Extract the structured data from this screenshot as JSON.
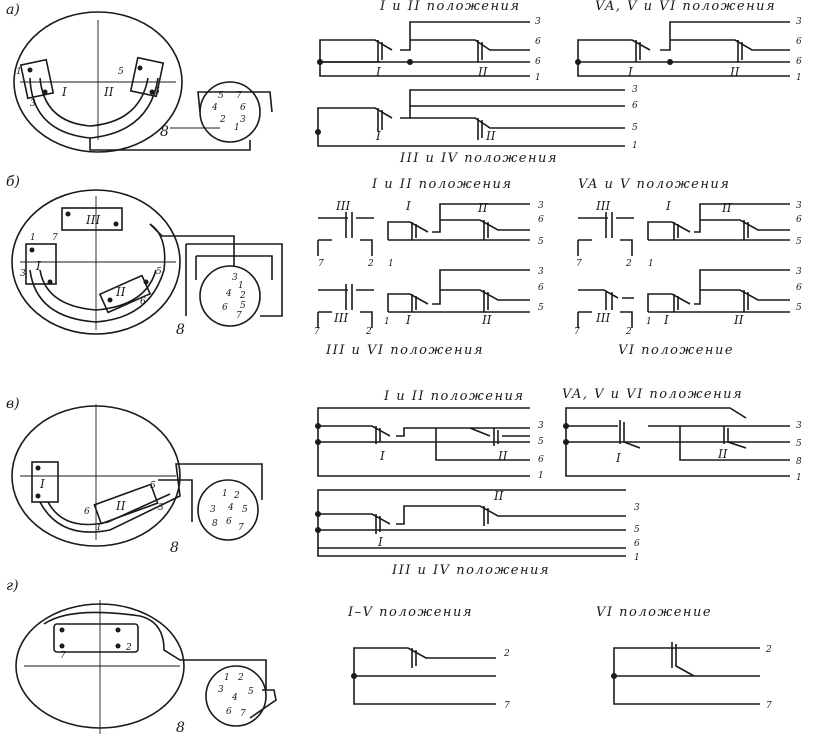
{
  "rows": [
    {
      "label": "а)",
      "captions": [
        "I и II положения",
        "VA, V и VI положения",
        "III и IV положения"
      ],
      "terminals": [
        "3",
        "6",
        "6",
        "1",
        "3",
        "6",
        "6",
        "1",
        "3",
        "6",
        "5",
        "1"
      ],
      "switches": [
        "I",
        "II",
        "I",
        "II",
        "I",
        "II"
      ],
      "housing": {
        "pins": [
          "1",
          "3",
          "5",
          "6"
        ],
        "switches": [
          "I",
          "II"
        ],
        "socket_label": "8",
        "socket_pins": [
          "5",
          "7",
          "4",
          "6",
          "2",
          "3",
          "1"
        ]
      }
    },
    {
      "label": "б)",
      "captions": [
        "I и II положения",
        "VA и V положения",
        "III и VI положения",
        "VI положение"
      ],
      "terminals": [
        "3",
        "6",
        "5",
        "3",
        "6",
        "5",
        "3",
        "6",
        "5",
        "3",
        "6",
        "5"
      ],
      "side_terminals": [
        "7",
        "2",
        "1",
        "7",
        "2",
        "1",
        "7",
        "2",
        "1",
        "7",
        "2",
        "1"
      ],
      "switches": [
        "III",
        "I",
        "II",
        "III",
        "I",
        "II",
        "III",
        "I",
        "II",
        "III",
        "I",
        "II"
      ],
      "housing": {
        "pins": [
          "1",
          "7",
          "3",
          "5",
          "6"
        ],
        "switches": [
          "III",
          "I",
          "II"
        ],
        "socket_label": "8",
        "socket_pins": [
          "3",
          "1",
          "2",
          "4",
          "5",
          "6",
          "7"
        ]
      }
    },
    {
      "label": "в)",
      "captions": [
        "I и II положения",
        "VA, V и VI положения",
        "III и IV положения"
      ],
      "terminals": [
        "3",
        "5",
        "6",
        "1",
        "3",
        "5",
        "8",
        "1",
        "3",
        "5",
        "6",
        "1"
      ],
      "switches": [
        "I",
        "II",
        "I",
        "II",
        "I",
        "II"
      ],
      "housing": {
        "pins": [
          "5",
          "6",
          "3",
          "1"
        ],
        "switches": [
          "I",
          "II"
        ],
        "socket_label": "8",
        "socket_pins": [
          "1",
          "2",
          "3",
          "4",
          "5",
          "6",
          "7",
          "8"
        ]
      }
    },
    {
      "label": "г)",
      "captions": [
        "I–V положения",
        "VI положение"
      ],
      "terminals": [
        "2",
        "7",
        "2",
        "7"
      ],
      "housing": {
        "pins": [
          "7",
          "2"
        ],
        "socket_label": "8",
        "socket_pins": [
          "1",
          "2",
          "3",
          "4",
          "5",
          "6",
          "7"
        ]
      }
    }
  ]
}
